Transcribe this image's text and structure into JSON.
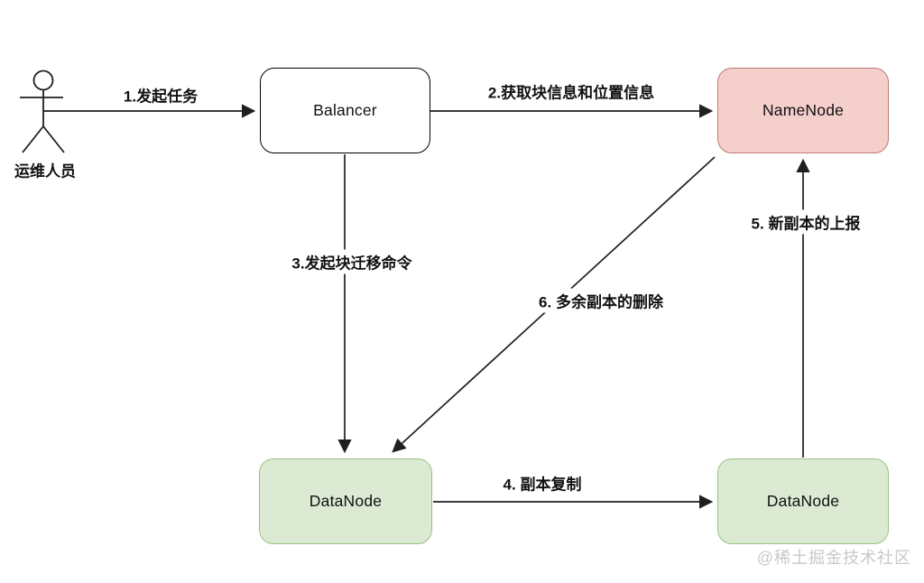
{
  "diagram": {
    "actor": {
      "label": "运维人员"
    },
    "nodes": [
      {
        "id": "balancer",
        "label": "Balancer",
        "fill": "#ffffff",
        "border": "#000000"
      },
      {
        "id": "namenode",
        "label": "NameNode",
        "fill": "#f5cfcc",
        "border": "#bf7a75"
      },
      {
        "id": "datanode1",
        "label": "DataNode",
        "fill": "#dcead3",
        "border": "#9ac37e"
      },
      {
        "id": "datanode2",
        "label": "DataNode",
        "fill": "#dcead3",
        "border": "#9ac37e"
      }
    ],
    "edges": [
      {
        "num": "1",
        "label": "1.发起任务",
        "from": "actor",
        "to": "balancer"
      },
      {
        "num": "2",
        "label": "2.获取块信息和位置信息",
        "from": "balancer",
        "to": "namenode"
      },
      {
        "num": "3",
        "label": "3.发起块迁移命令",
        "from": "balancer",
        "to": "datanode1"
      },
      {
        "num": "4",
        "label": "4. 副本复制",
        "from": "datanode1",
        "to": "datanode2"
      },
      {
        "num": "5",
        "label": "5. 新副本的上报",
        "from": "datanode2",
        "to": "namenode"
      },
      {
        "num": "6",
        "label": "6. 多余副本的删除",
        "from": "namenode",
        "to": "datanode1"
      }
    ],
    "watermark": "@稀土掘金技术社区",
    "colors": {
      "line": "#1f1f1f",
      "watermark": "#c8c8c8"
    }
  }
}
